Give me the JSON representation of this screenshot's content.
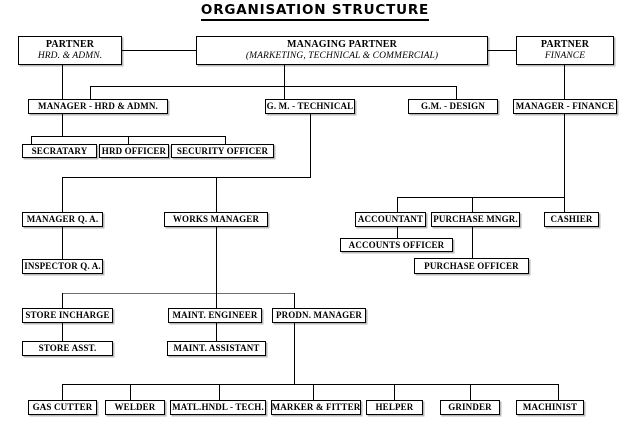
{
  "title": "ORGANISATION STRUCTURE",
  "chart_data": {
    "type": "diagram",
    "diagram_type": "organisation-chart",
    "title": "ORGANISATION STRUCTURE",
    "levels": 7,
    "node_count": 30
  },
  "nodes": {
    "partner_hrd": {
      "line1": "PARTNER",
      "line2": "HRD. & ADMN."
    },
    "managing_partner": {
      "line1": "MANAGING PARTNER",
      "line2": "(MARKETING, TECHNICAL & COMMERCIAL)"
    },
    "partner_finance": {
      "line1": "PARTNER",
      "line2": "FINANCE"
    },
    "manager_hrd": {
      "line1": "MANAGER - HRD & ADMN."
    },
    "gm_technical": {
      "line1": "G. M. - TECHNICAL"
    },
    "gm_design": {
      "line1": "G.M. - DESIGN"
    },
    "manager_finance": {
      "line1": "MANAGER - FINANCE"
    },
    "secratary": {
      "line1": "SECRATARY"
    },
    "hrd_officer": {
      "line1": "HRD OFFICER"
    },
    "security_officer": {
      "line1": "SECURITY OFFICER"
    },
    "manager_qa": {
      "line1": "MANAGER Q. A."
    },
    "works_manager": {
      "line1": "WORKS MANAGER"
    },
    "accountant": {
      "line1": "ACCOUNTANT"
    },
    "purchase_mngr": {
      "line1": "PURCHASE MNGR."
    },
    "cashier": {
      "line1": "CASHIER"
    },
    "accounts_officer": {
      "line1": "ACCOUNTS OFFICER"
    },
    "purchase_officer": {
      "line1": "PURCHASE OFFICER"
    },
    "inspector_qa": {
      "line1": "INSPECTOR Q. A."
    },
    "store_incharge": {
      "line1": "STORE INCHARGE"
    },
    "maint_engineer": {
      "line1": "MAINT. ENGINEER"
    },
    "prodn_manager": {
      "line1": "PRODN. MANAGER"
    },
    "store_asst": {
      "line1": "STORE ASST."
    },
    "maint_assistant": {
      "line1": "MAINT. ASSISTANT"
    },
    "gas_cutter": {
      "line1": "GAS CUTTER"
    },
    "welder": {
      "line1": "WELDER"
    },
    "matl_hndl_tech": {
      "line1": "MATL.HNDL - TECH."
    },
    "marker_fitter": {
      "line1": "MARKER & FITTER"
    },
    "helper": {
      "line1": "HELPER"
    },
    "grinder": {
      "line1": "GRINDER"
    },
    "machinist": {
      "line1": "MACHINIST"
    }
  },
  "colors": {
    "line": "#000000",
    "box_border": "#000000",
    "box_fill": "#ffffff",
    "text": "#000000",
    "shadow": "#b9b9b9"
  }
}
